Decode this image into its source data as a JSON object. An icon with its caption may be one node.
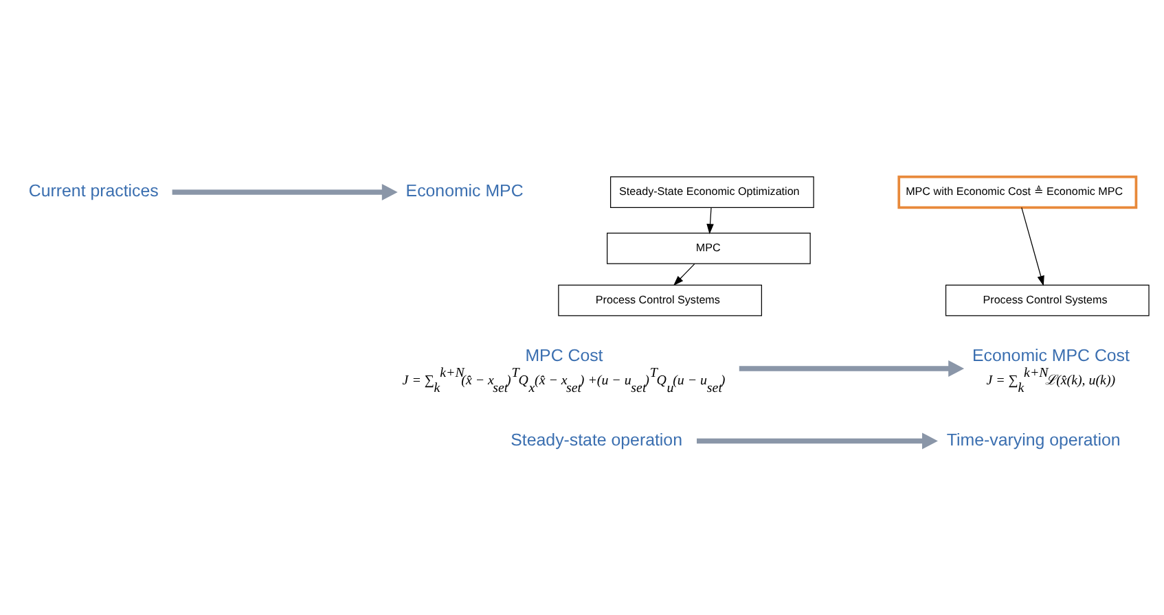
{
  "diagram": {
    "nodes": [
      {
        "text": [
          "Current practices"
        ]
      },
      {
        "text": [
          "Steady-State Economic Optimization"
        ]
      },
      {
        "text": [
          "MPC"
        ]
      },
      {
        "text": [
          "Process Control Systems"
        ]
      },
      {
        "text": [
          "Economic MPC"
        ]
      },
      {
        "text": [
          "MPC with Economic Cost ≜ Economic MPC"
        ]
      },
      {
        "text": [
          "Process Control Systems"
        ]
      },
      {
        "text": [
          "MPC Cost",
          "J = ∑$_{k}$$^{k+N}$(x̂ − x$_{set}$)$^{T}$Q$_{x}$(x̂ − x$_{set}$) +(u − u$_{set}$)$^{T}$Q$_{u}$(u − u$_{set}$)"
        ]
      },
      {
        "text": [
          "Economic MPC Cost",
          "J = ∑$_{k}$$^{k+N}$ℒ(x̂(k), u(k))"
        ]
      },
      {
        "text": [
          "Steady-state operation"
        ]
      },
      {
        "text": [
          "Time-varying operation"
        ]
      }
    ],
    "edges": [
      {
        "from": 1,
        "to": 2,
        "arrow": "to"
      },
      {
        "from": 2,
        "to": 3,
        "arrow": "to"
      },
      {
        "from": 5,
        "to": 6,
        "arrow": "to"
      },
      {
        "from": 0,
        "to": 4,
        "arrow": "to",
        "style": "thick",
        "color": "#8a96a8"
      },
      {
        "from": 7,
        "to": 8,
        "arrow": "to",
        "style": "thick",
        "color": "#8a96a8"
      },
      {
        "from": 9,
        "to": 10,
        "arrow": "to",
        "style": "thick",
        "color": "#8a96a8"
      }
    ]
  }
}
